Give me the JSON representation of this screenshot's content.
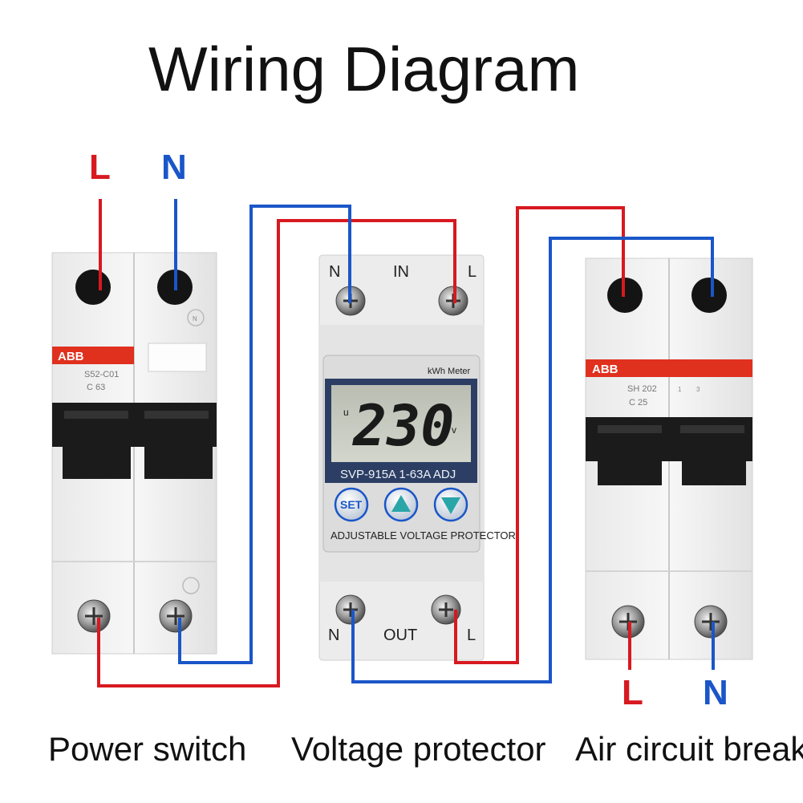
{
  "title": "Wiring Diagram",
  "input_labels": {
    "line": "L",
    "neutral": "N"
  },
  "output_labels": {
    "line": "L",
    "neutral": "N"
  },
  "power_switch": {
    "caption": "Power switch",
    "brand": "ABB",
    "model_code": "S52-C01",
    "rating": "C 63",
    "marking": "N"
  },
  "voltage_protector": {
    "caption": "Voltage protector",
    "top_terminals": {
      "neutral": "N",
      "group": "IN",
      "line": "L"
    },
    "bottom_terminals": {
      "neutral": "N",
      "group": "OUT",
      "line": "L"
    },
    "meter_label": "kWh Meter",
    "display_prefix": "u",
    "display_value": "230",
    "display_unit": "v",
    "model": "SVP-915A  1-63A  ADJ",
    "set_button": "SET",
    "product_name": "ADJUSTABLE VOLTAGE PROTECTOR"
  },
  "air_breaker": {
    "caption": "Air circuit breake",
    "brand": "ABB",
    "model_code": "SH 202",
    "rating": "C 25",
    "marking_1": "1",
    "marking_2": "3"
  },
  "wire_colors": {
    "line": "#d71920",
    "neutral": "#1a56c8"
  },
  "icons": {
    "up": "triangle-up-icon",
    "down": "triangle-down-icon"
  }
}
